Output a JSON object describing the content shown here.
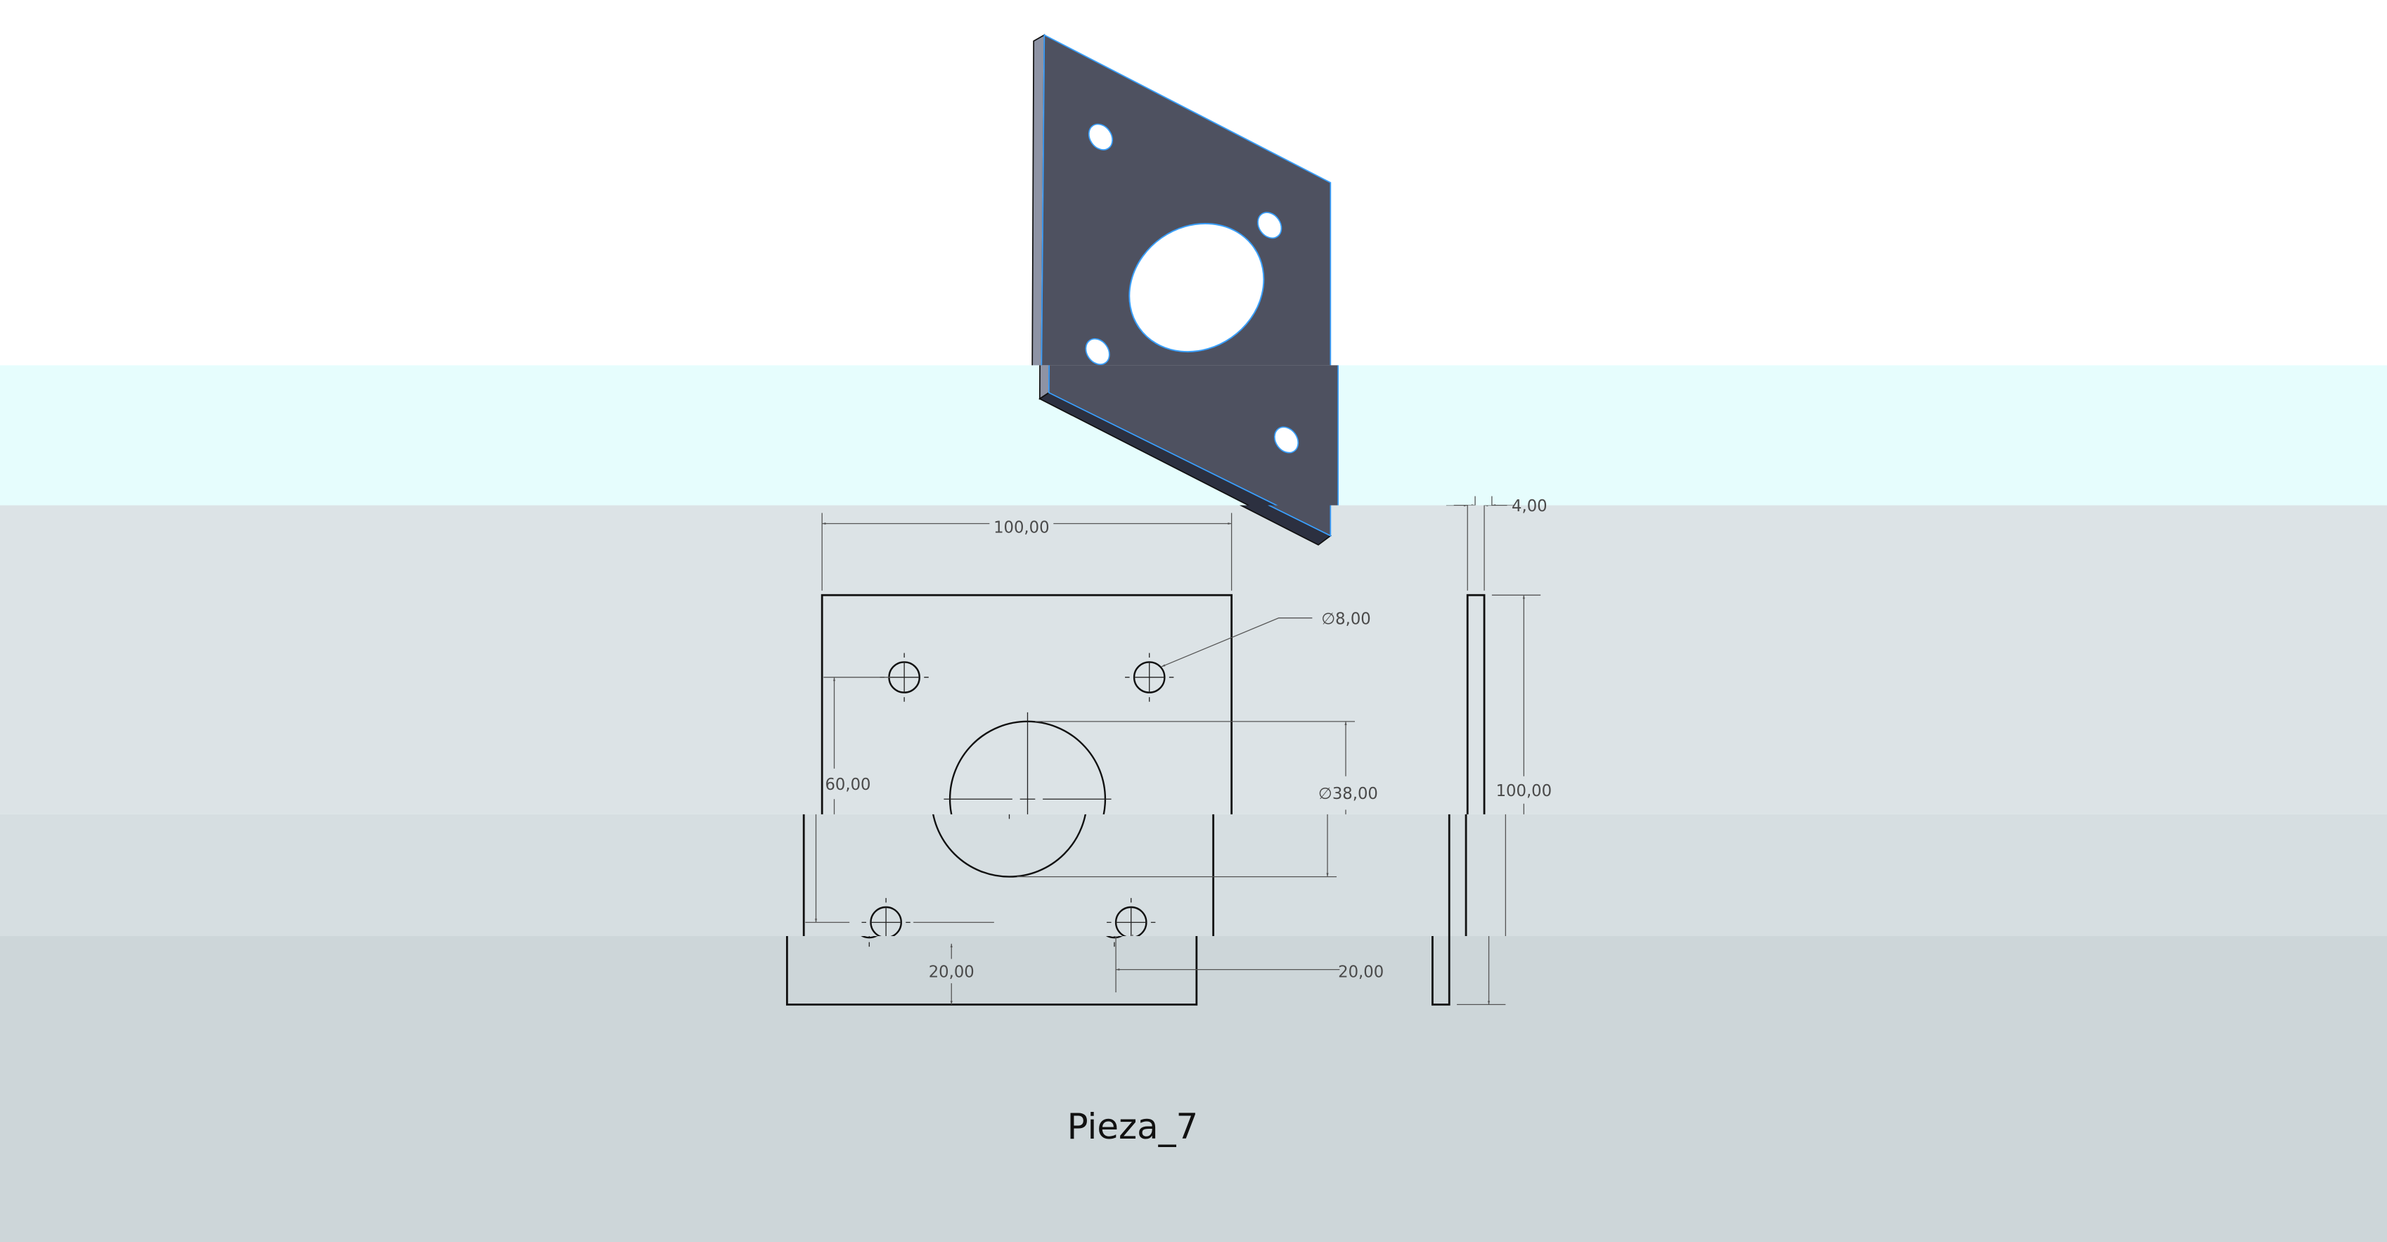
{
  "drawing": {
    "part_name": "Pieza_7",
    "dimensions": {
      "width_top": "100,00",
      "hole_diameter": "∅8,00",
      "hole_vertical_spacing": "60,00",
      "center_hole_diameter": "∅38,00",
      "side_height": "100,00",
      "hole_offset_bottom": "20,00",
      "hole_offset_right": "20,00",
      "thickness": "4,00"
    }
  },
  "colors": {
    "band_white": "#ffffff",
    "band_cyan": "#e6fdfd",
    "band_gray1": "#dce3e6",
    "band_gray2": "#d6dee1",
    "band_gray3": "#cdd6d9",
    "part_face": "#4e5160",
    "part_edge": "#3aa0ff"
  }
}
